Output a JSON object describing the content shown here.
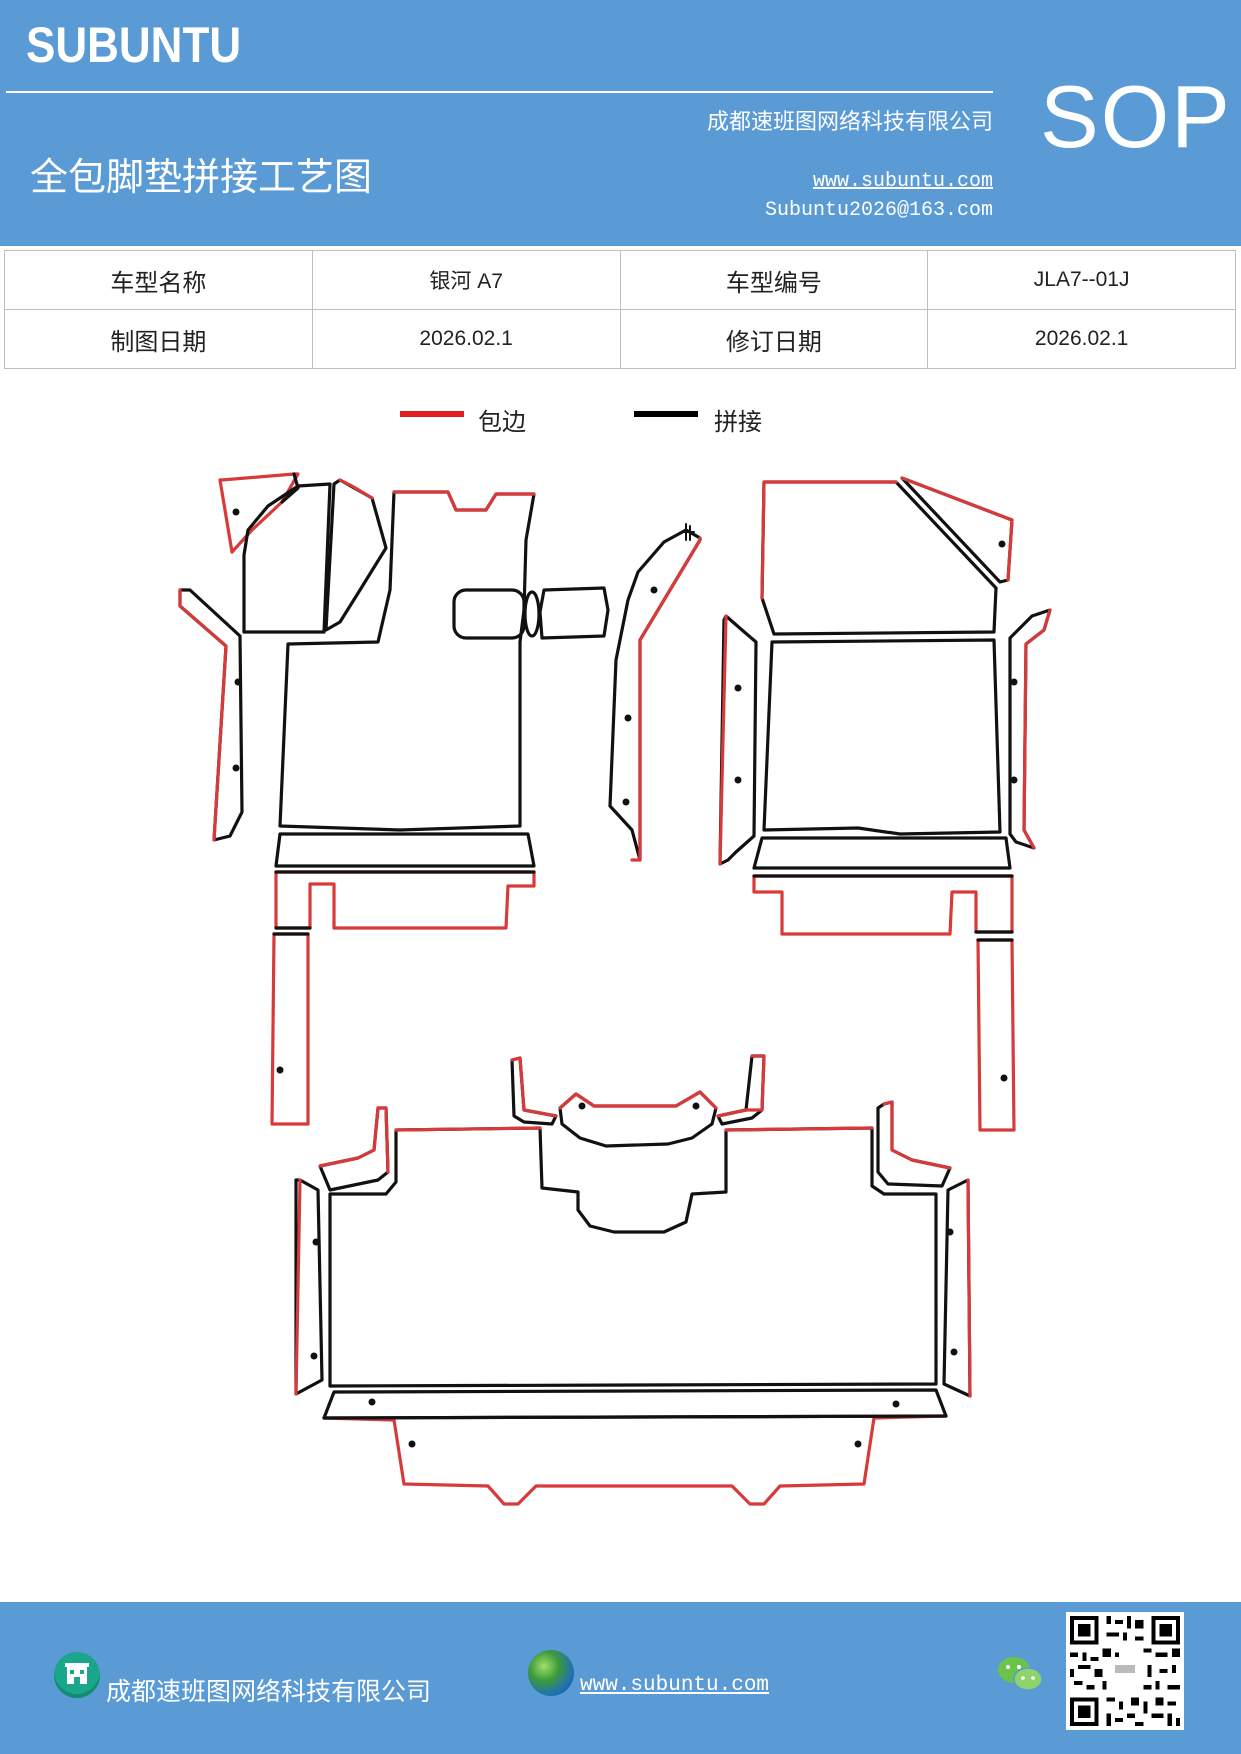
{
  "header": {
    "brand": "SUBUNTU",
    "doc_type": "SOP",
    "company": "成都速班图网络科技有限公司",
    "title": "全包脚垫拼接工艺图",
    "website": "www.subuntu.com",
    "email": "Subuntu2026@163.com"
  },
  "info_table": {
    "rows": [
      {
        "label1": "车型名称",
        "value1": "银河 A7",
        "label2": "车型编号",
        "value2": "JLA7--01J"
      },
      {
        "label1": "制图日期",
        "value1": "2026.02.1",
        "label2": "修订日期",
        "value2": "2026.02.1"
      }
    ]
  },
  "legend": {
    "items": [
      {
        "label": "包边",
        "color": "#e02020"
      },
      {
        "label": "拼接",
        "color": "#000000"
      }
    ]
  },
  "colors": {
    "edge_binding": "#d63a3a",
    "seam": "#111111",
    "brand_blue": "#5b9bd5"
  },
  "footer": {
    "company": "成都速班图网络科技有限公司",
    "website": "www.subuntu.com ",
    "icons": [
      "building-icon",
      "globe-icon",
      "wechat-icon",
      "qr-code"
    ]
  }
}
